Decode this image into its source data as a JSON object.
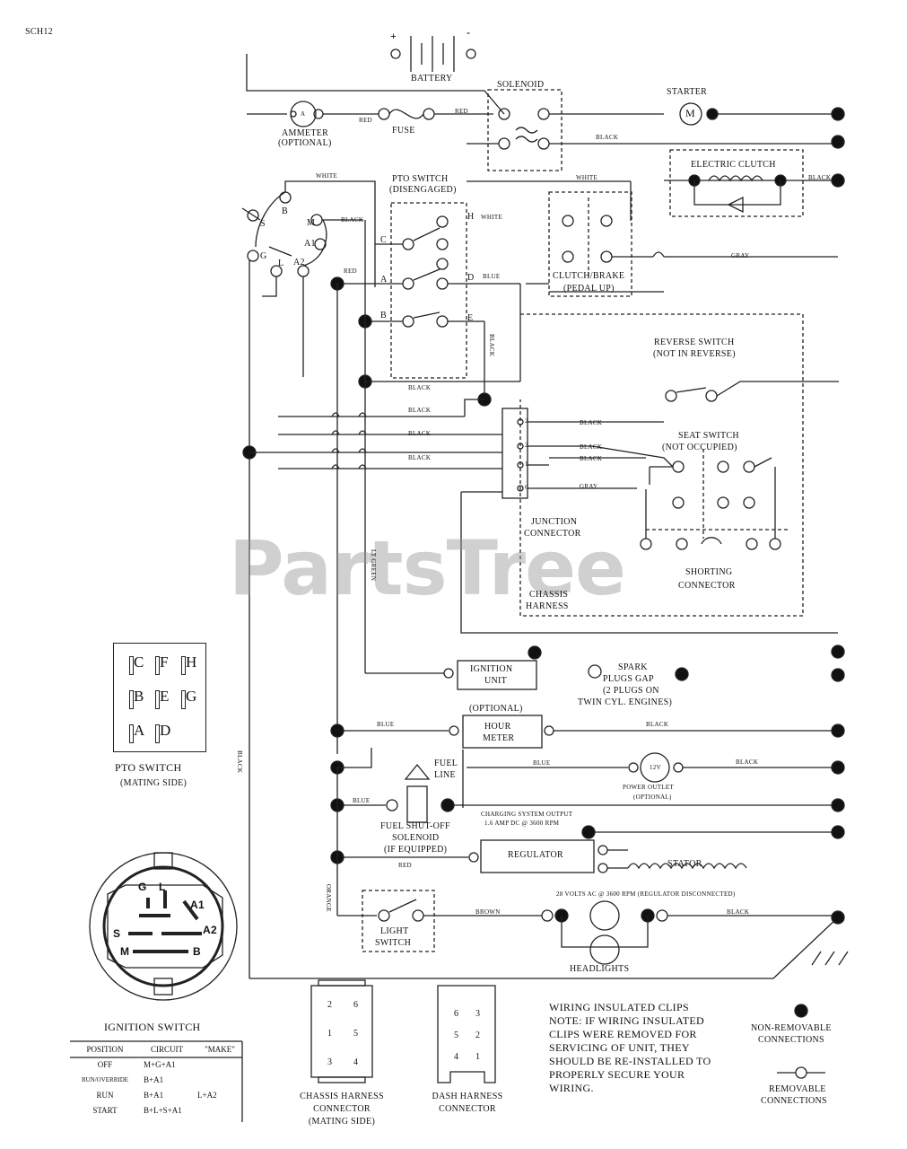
{
  "page_id": "SCH12",
  "watermark": "PartsTree",
  "components": {
    "battery": "BATTERY",
    "battery_plus": "+",
    "battery_minus": "-",
    "solenoid": "SOLENOID",
    "starter": "STARTER",
    "starter_symbol": "M",
    "ammeter": "AMMETER",
    "ammeter_optional": "(OPTIONAL)",
    "ammeter_symbol": "A",
    "fuse": "FUSE",
    "electric_clutch": "ELECTRIC CLUTCH",
    "pto_switch_1": "PTO SWITCH",
    "pto_switch_2": "(DISENGAGED)",
    "clutch_brake_1": "CLUTCH/BRAKE",
    "clutch_brake_2": "(PEDAL UP)",
    "reverse_switch_1": "REVERSE SWITCH",
    "reverse_switch_2": "(NOT IN REVERSE)",
    "seat_switch_1": "SEAT SWITCH",
    "seat_switch_2": "(NOT OCCUPIED)",
    "junction_1": "JUNCTION",
    "junction_2": "CONNECTOR",
    "chassis_harness_1": "CHASSIS",
    "chassis_harness_2": "HARNESS",
    "shorting_1": "SHORTING",
    "shorting_2": "CONNECTOR",
    "ignition_unit_1": "IGNITION",
    "ignition_unit_2": "UNIT",
    "spark_1": "SPARK",
    "spark_2": "PLUGS GAP",
    "spark_3": "(2 PLUGS ON",
    "spark_4": "TWIN CYL. ENGINES)",
    "hour_optional": "(OPTIONAL)",
    "hour_1": "HOUR",
    "hour_2": "METER",
    "fuel_line_1": "FUEL",
    "fuel_line_2": "LINE",
    "power_outlet_symbol": "12V",
    "power_outlet_1": "POWER OUTLET",
    "power_outlet_2": "(OPTIONAL)",
    "fuel_solenoid_1": "FUEL SHUT-OFF",
    "fuel_solenoid_2": "SOLENOID",
    "fuel_solenoid_3": "(IF EQUIPPED)",
    "charging_1": "CHARGING SYSTEM OUTPUT",
    "charging_2": "1.6 AMP DC @ 3600 RPM",
    "regulator": "REGULATOR",
    "stator": "STATOR",
    "stator_note": "28 VOLTS AC @ 3600 RPM (REGULATOR DISCONNECTED)",
    "light_switch_1": "LIGHT",
    "light_switch_2": "SWITCH",
    "headlights": "HEADLIGHTS"
  },
  "terminals": {
    "ign_s": "S",
    "ign_b": "B",
    "ign_g": "G",
    "ign_l": "L",
    "ign_a1": "A1",
    "ign_a2": "A2",
    "ign_m": "M",
    "pto_a": "A",
    "pto_b": "B",
    "pto_c": "C",
    "pto_d": "D",
    "pto_e": "E",
    "pto_h": "H",
    "j2a": "2",
    "j2b": "2",
    "j1": "1",
    "j6": "6"
  },
  "wires": {
    "red1": "RED",
    "red2": "RED",
    "red3": "RED",
    "red4": "RED",
    "black_sol": "BLACK",
    "black_clutch": "BLACK",
    "white1": "WHITE",
    "white2": "WHITE",
    "white3": "WHITE",
    "black_pto": "BLACK",
    "blue_pto": "BLUE",
    "gray1": "GRAY",
    "gray2": "GRAY",
    "black_v": "BLACK",
    "black_a": "BLACK",
    "black_b": "BLACK",
    "black_c": "BLACK",
    "black_d": "BLACK",
    "black_e": "BLACK",
    "black_f": "BLACK",
    "black_g": "BLACK",
    "black_left": "BLACK",
    "lt_green": "LT GREEN",
    "blue1": "BLUE",
    "blue2": "BLUE",
    "blue3": "BLUE",
    "black_hm": "BLACK",
    "black_po": "BLACK",
    "orange": "ORANGE",
    "brown": "BROWN",
    "black_hl": "BLACK"
  },
  "pto_mating": {
    "rows": [
      [
        "C",
        "F",
        "H"
      ],
      [
        "B",
        "E",
        "G"
      ],
      [
        "A",
        "D"
      ]
    ],
    "title": "PTO SWITCH",
    "subtitle": "(MATING SIDE)"
  },
  "ignition_switch": {
    "title": "IGNITION SWITCH",
    "headers": [
      "POSITION",
      "CIRCUIT",
      "\"MAKE\""
    ],
    "rows": [
      [
        "OFF",
        "M+G+A1",
        ""
      ],
      [
        "RUN/OVERRIDE",
        "B+A1",
        ""
      ],
      [
        "RUN",
        "B+A1",
        "L+A2"
      ],
      [
        "START",
        "B+L+S+A1",
        ""
      ]
    ]
  },
  "chassis_conn": {
    "pins": [
      "2",
      "6",
      "1",
      "5",
      "3",
      "4"
    ],
    "label_1": "CHASSIS HARNESS",
    "label_2": "CONNECTOR",
    "label_3": "(MATING SIDE)"
  },
  "dash_conn": {
    "pins": [
      "6",
      "3",
      "5",
      "2",
      "4",
      "1"
    ],
    "label_1": "DASH HARNESS",
    "label_2": "CONNECTOR"
  },
  "notes": {
    "note_lines": [
      "WIRING INSULATED CLIPS",
      "NOTE: IF WIRING INSULATED",
      "CLIPS WERE REMOVED FOR",
      "SERVICING OF UNIT, THEY",
      "SHOULD BE RE-INSTALLED TO",
      "PROPERLY SECURE YOUR",
      "WIRING."
    ],
    "non_removable_1": "NON-REMOVABLE",
    "non_removable_2": "CONNECTIONS",
    "removable_1": "REMOVABLE",
    "removable_2": "CONNECTIONS"
  }
}
